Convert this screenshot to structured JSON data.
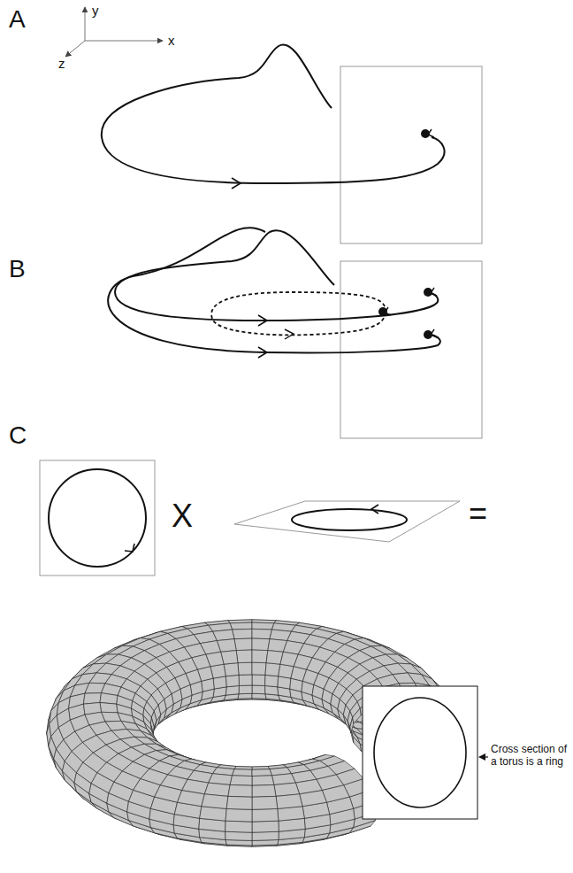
{
  "diagram": {
    "labels": [
      "A",
      "y",
      "x",
      "z",
      "B",
      "C",
      "X",
      "=",
      "Cross section of a torus is a ring"
    ]
  }
}
